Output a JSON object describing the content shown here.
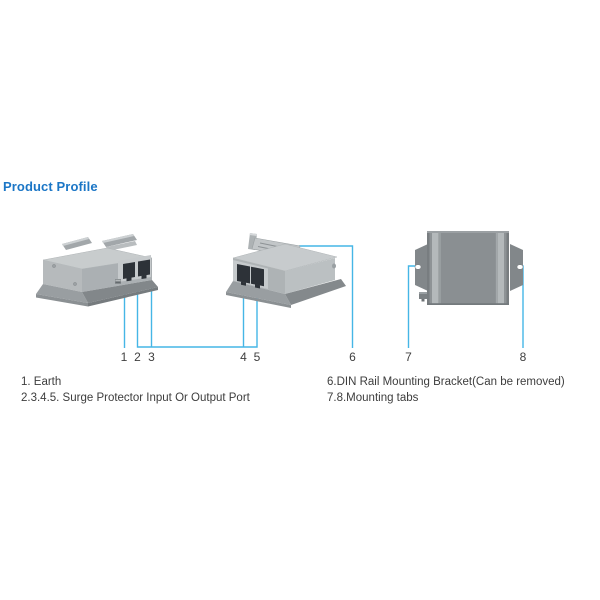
{
  "title": "Product Profile",
  "theme": {
    "background": "#ffffff",
    "title_color": "#1b76c6",
    "callout_line_color": "#45b6e6",
    "body_text_color": "#3d3d3d",
    "device_body_gray": "#b6babc",
    "device_dark_gray": "#8e9396",
    "port_opening_color": "#2d3238"
  },
  "figure": {
    "images": [
      "surge-protector-iso-view-ports-right",
      "surge-protector-iso-view-ports-left-with-din-bracket",
      "surge-protector-back-view-with-mounting-tabs"
    ],
    "callout_numbers": [
      "1",
      "2",
      "3",
      "4",
      "5",
      "6",
      "7",
      "8"
    ]
  },
  "legend": {
    "left_lines": [
      "1. Earth",
      "2.3.4.5. Surge Protector Input Or Output Port"
    ],
    "right_lines": [
      "6.DIN Rail Mounting Bracket(Can be removed)",
      "7.8.Mounting tabs"
    ]
  }
}
